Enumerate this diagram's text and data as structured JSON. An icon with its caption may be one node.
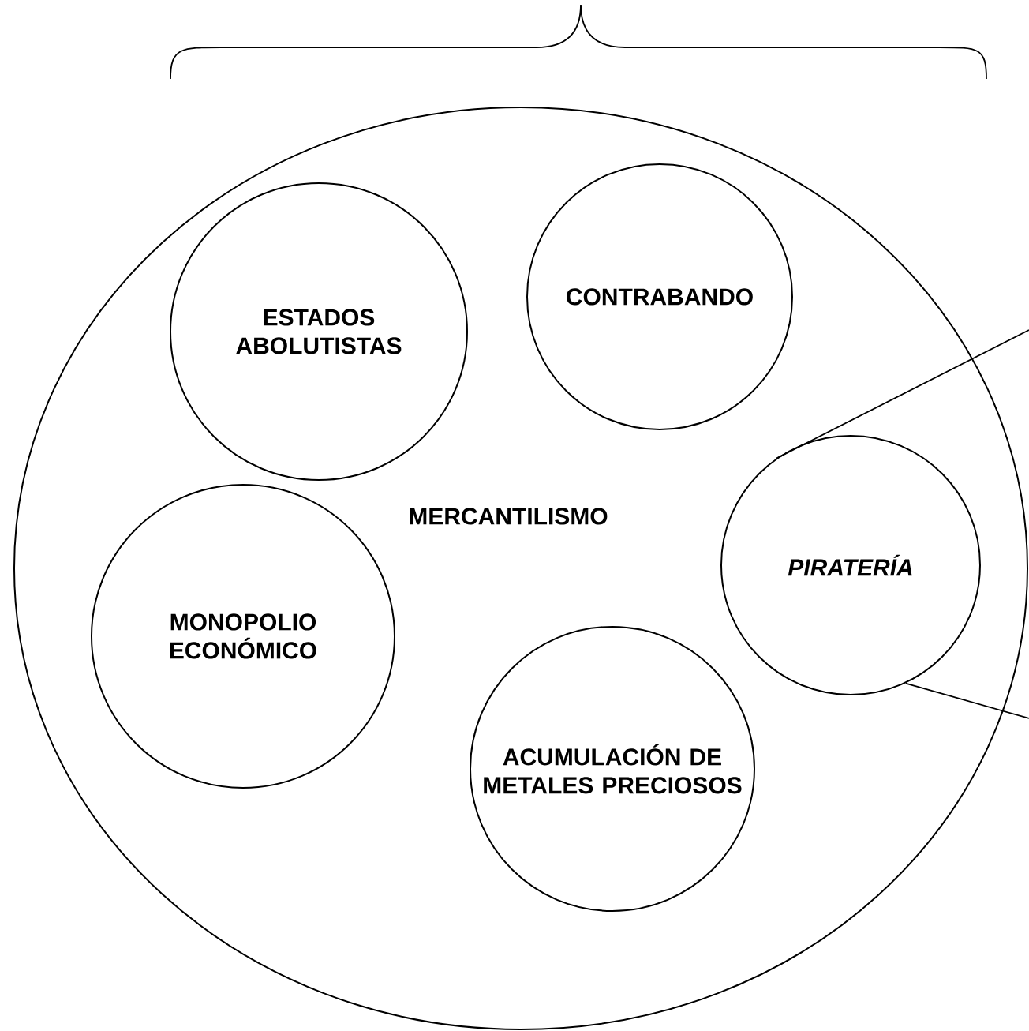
{
  "diagram": {
    "nodes": [
      {
        "text": [
          "MERCANTILISMO"
        ]
      },
      {
        "text": [
          "ESTADOS ABOLUTISTAS"
        ],
        "in": 0
      },
      {
        "text": [
          "CONTRABANDO"
        ],
        "in": 0
      },
      {
        "text": [
          "PIRATERÍA"
        ],
        "in": 0
      },
      {
        "text": [
          "MONOPOLIO ECONÓMICO"
        ],
        "in": 0
      },
      {
        "text": [
          "ACUMULACIÓN DE METALES PRECIOSOS"
        ],
        "in": 0
      }
    ],
    "edges": [
      {
        "from": 3,
        "to": null,
        "arrow": "none"
      },
      {
        "from": 3,
        "to": null,
        "arrow": "none"
      }
    ]
  }
}
